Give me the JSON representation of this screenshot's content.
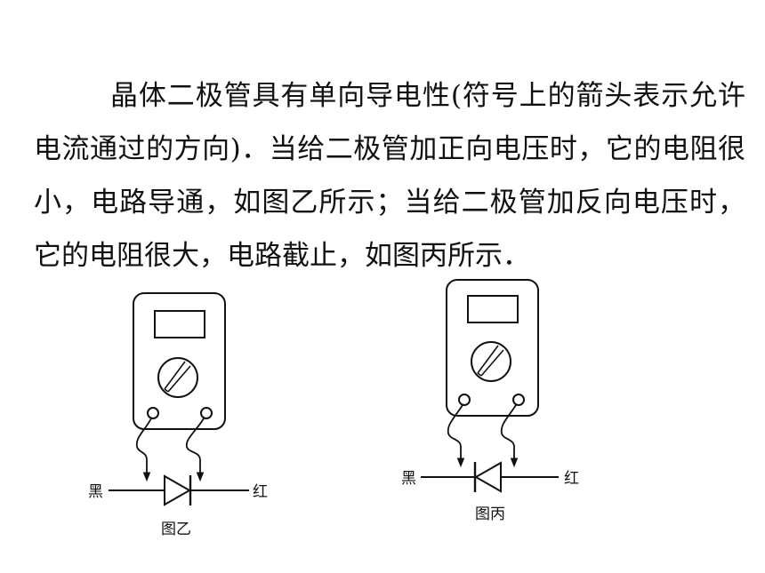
{
  "paragraph": "晶体二极管具有单向导电性(符号上的箭头表示允许电流通过的方向)．当给二极管加正向电压时，它的电阻很小，电路导通，如图乙所示；当给二极管加反向电压时，它的电阻很大，电路截止，如图丙所示．",
  "figures": [
    {
      "caption": "图乙",
      "left_label": "黑",
      "right_label": "红",
      "diode": "forward"
    },
    {
      "caption": "图丙",
      "left_label": "黑",
      "right_label": "红",
      "diode": "reverse"
    }
  ]
}
